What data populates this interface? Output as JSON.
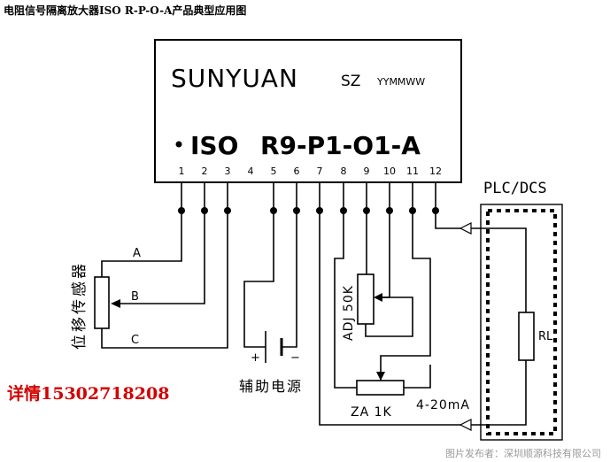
{
  "title": "电阻信号隔离放大器ISO R-P-O-A产品典型应用图",
  "module": {
    "brand": "SUNYUAN",
    "brand_suffix": "SZ",
    "date_code": "YYMMWW",
    "model_prefix": "ISO",
    "model": "R9-P1-O1-A",
    "pins": [
      "1",
      "2",
      "3",
      "4",
      "5",
      "6",
      "7",
      "8",
      "9",
      "10",
      "11",
      "12"
    ]
  },
  "sensor": {
    "label": "位移传感器",
    "lines": [
      "A",
      "B",
      "C"
    ]
  },
  "power": {
    "label": "辅助电源",
    "plus": "+",
    "minus": "−"
  },
  "adjust": {
    "adj_label": "ADJ 50K",
    "za_label": "ZA 1K",
    "output_label": "4-20mA"
  },
  "plc": {
    "label": "PLC/DCS",
    "resistor_label": "RL"
  },
  "contact": "详情15302718208",
  "credit": "图片发布者：深圳顺源科技有限公司"
}
